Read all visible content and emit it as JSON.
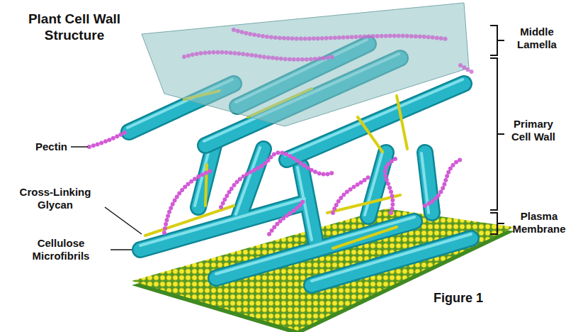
{
  "diagram": {
    "title": "Plant Cell Wall Structure",
    "caption": "Figure 1",
    "labels": [
      "Middle Lamella",
      "Pectin",
      "Primary Cell Wall",
      "Cross-Linking Glycan",
      "Plasma Membrane",
      "Cellulose Microfibrils"
    ]
  }
}
